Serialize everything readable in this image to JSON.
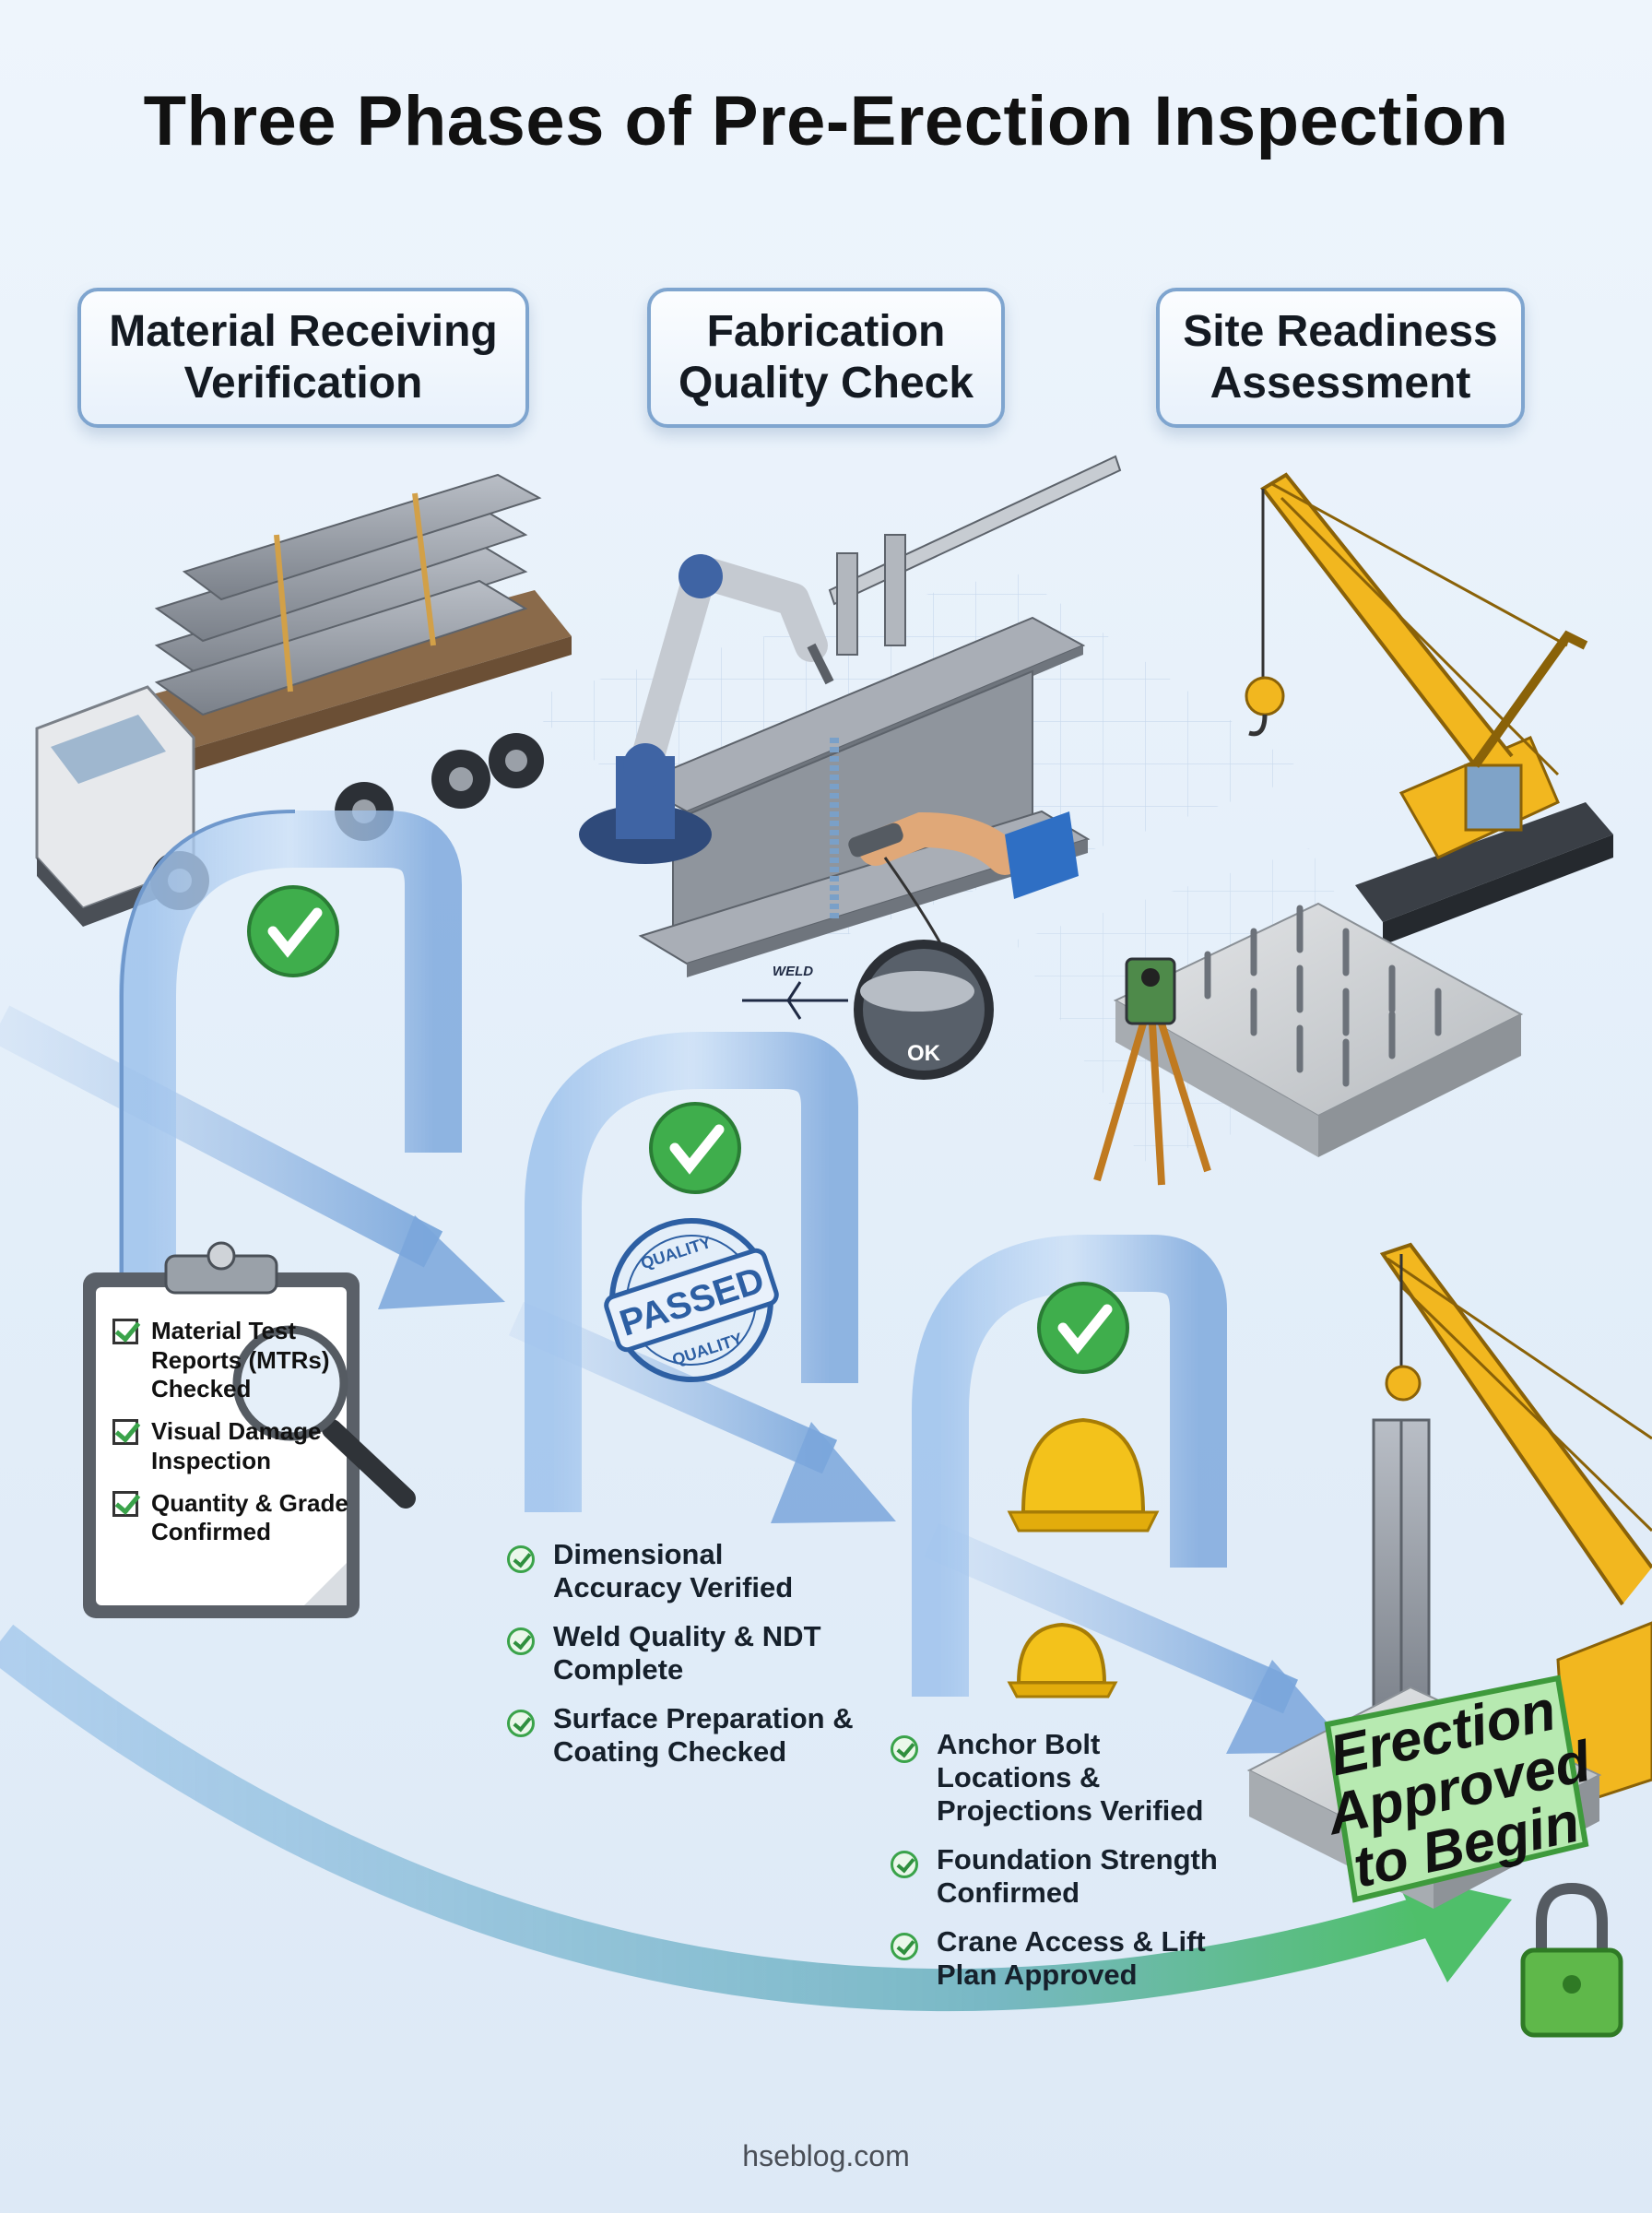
{
  "title": "Three Phases of Pre-Erection Inspection",
  "phases": [
    {
      "label": "Material Receiving Verification"
    },
    {
      "label": "Fabrication Quality Check"
    },
    {
      "label": "Site Readiness Assessment"
    }
  ],
  "material_checklist": [
    "Material Test Reports (MTRs) Checked",
    "Visual Damage Inspection",
    "Quantity & Grade Confirmed"
  ],
  "fabrication_checklist": [
    "Dimensional Accuracy Verified",
    "Weld Quality & NDT Complete",
    "Surface Preparation & Coating Checked"
  ],
  "site_checklist": [
    "Anchor Bolt Locations & Projections Verified",
    "Foundation Strength Confirmed",
    "Crane Access & Lift Plan Approved"
  ],
  "weld_symbol_label": "WELD",
  "weld_result": "OK",
  "stamp": {
    "center": "PASSED",
    "ring_top": "QUALITY",
    "ring_bottom": "QUALITY"
  },
  "final_stamp": {
    "line1": "Erection",
    "line2": "Approved",
    "line3": "to Begin"
  },
  "footer": "hseblog.com",
  "colors": {
    "accent_green": "#3aa34a",
    "gate_blue": "#8fb4e3",
    "crane_yellow": "#f2b71f",
    "border_blue": "#7fa5cf"
  },
  "icons": [
    "truck-icon",
    "steel-beam-icon",
    "robot-arm-icon",
    "caliper-icon",
    "ultrasonic-probe-icon",
    "magnifier-icon",
    "clipboard-icon",
    "crawler-crane-icon",
    "anchor-bolt-foundation-icon",
    "total-station-icon",
    "hard-hat-icon",
    "padlock-icon",
    "check-badge-icon"
  ]
}
